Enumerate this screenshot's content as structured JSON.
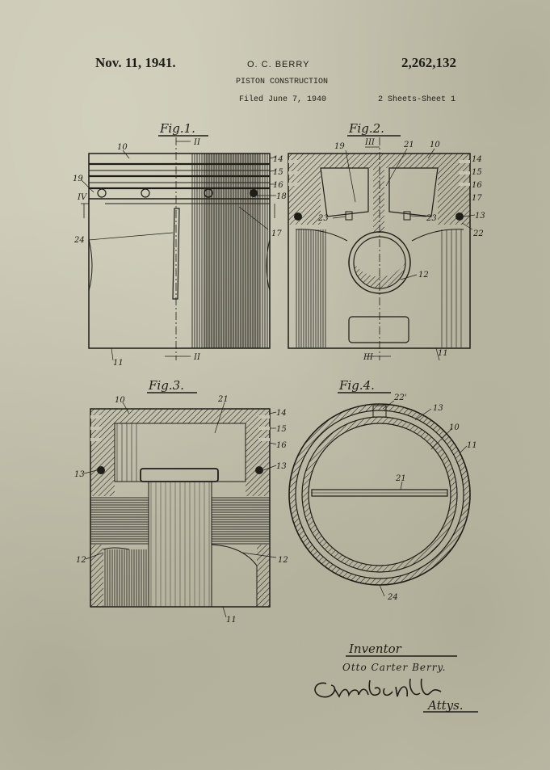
{
  "header": {
    "date": "Nov. 11, 1941.",
    "inventor_short": "O. C. BERRY",
    "patent_no": "2,262,132",
    "title": "PISTON CONSTRUCTION",
    "filed": "Filed June 7, 1940",
    "sheets": "2 Sheets-Sheet 1"
  },
  "figures": {
    "fig1": {
      "title": "Fig.1.",
      "section_top": "II",
      "section_bottom": "II",
      "section_side": "IV",
      "labels": {
        "l10": "10",
        "l14": "14",
        "l15": "15",
        "l16": "16",
        "l18": "18",
        "l19": "19",
        "l17": "17",
        "l24": "24",
        "l11": "11"
      }
    },
    "fig2": {
      "title": "Fig.2.",
      "section_top": "III",
      "section_bottom": "III",
      "labels": {
        "l19": "19",
        "l21": "21",
        "l10": "10",
        "l14": "14",
        "l15": "15",
        "l16": "16",
        "l17": "17",
        "l23a": "23",
        "l23b": "23",
        "l13": "13",
        "l22": "22",
        "l12": "12",
        "l11": "11"
      }
    },
    "fig3": {
      "title": "Fig.3.",
      "labels": {
        "l10": "10",
        "l21": "21",
        "l14": "14",
        "l15": "15",
        "l16": "16",
        "l13a": "13",
        "l13b": "13",
        "l12a": "12",
        "l12b": "12",
        "l11": "11"
      }
    },
    "fig4": {
      "title": "Fig.4.",
      "labels": {
        "l22": "22'",
        "l13": "13",
        "l10": "10",
        "l11": "11",
        "l21": "21",
        "l24": "24"
      }
    }
  },
  "signature_block": {
    "inventor_heading": "Inventor",
    "inventor_name": "Otto Carter Berry.",
    "attorney_heading": "Attys."
  }
}
